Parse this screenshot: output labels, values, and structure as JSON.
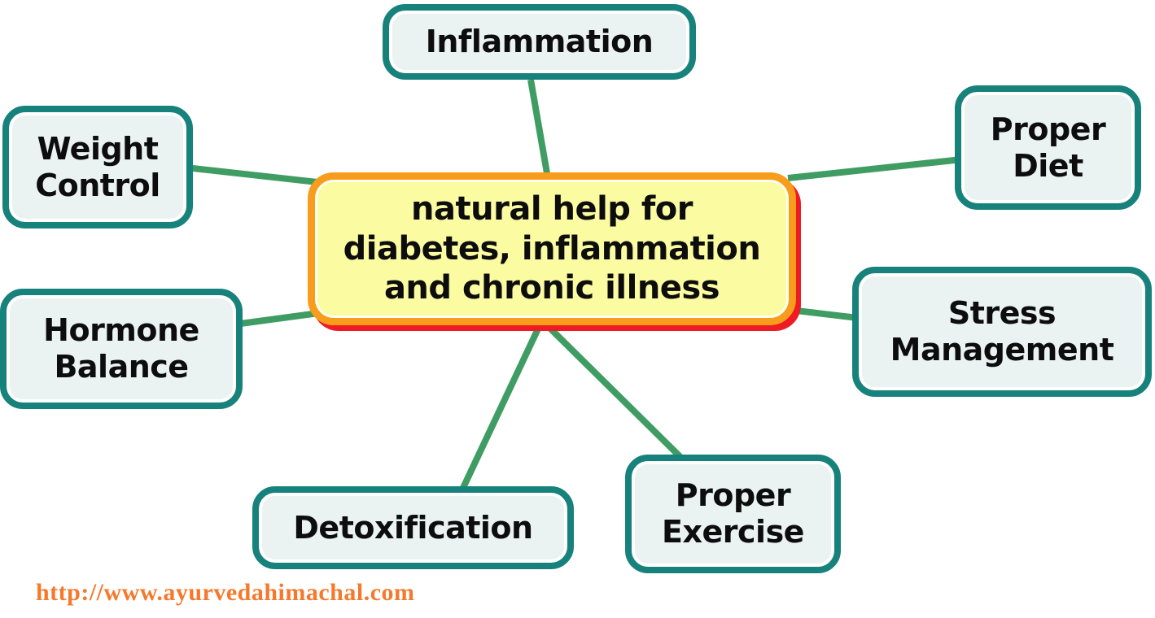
{
  "diagram": {
    "title": "natural help mind map",
    "center_node": {
      "id": "center",
      "label": "natural help for diabetes, inflammation and chronic illness",
      "lines": [
        "natural help for",
        "diabetes, inflammation",
        "and chronic illness"
      ]
    },
    "nodes": [
      {
        "id": "inflammation",
        "label": "Inflammation"
      },
      {
        "id": "weight-control",
        "label": "Weight Control"
      },
      {
        "id": "proper-diet",
        "label": "Proper Diet"
      },
      {
        "id": "hormone-balance",
        "label": "Hormone Balance"
      },
      {
        "id": "stress-management",
        "label": "Stress Management"
      },
      {
        "id": "detoxification",
        "label": "Detoxification"
      },
      {
        "id": "proper-exercise",
        "label": "Proper Exercise"
      }
    ],
    "edges": [
      {
        "from": "center",
        "to": "inflammation"
      },
      {
        "from": "center",
        "to": "weight-control"
      },
      {
        "from": "center",
        "to": "proper-diet"
      },
      {
        "from": "center",
        "to": "hormone-balance"
      },
      {
        "from": "center",
        "to": "stress-management"
      },
      {
        "from": "center",
        "to": "detoxification"
      },
      {
        "from": "center",
        "to": "proper-exercise"
      }
    ],
    "colors": {
      "satellite_border": "#17827B",
      "satellite_fill": "#EAF2F2",
      "satellite_inner_ring": "#FFFFFF",
      "center_fill": "#FBFBA2",
      "center_border": "#F89C1C",
      "center_shadow": "#EE1B24",
      "connector": "#3F9C63",
      "text": "#0D0D0D",
      "footer_url": "#F5792C"
    },
    "footer": {
      "url": "http://www.ayurvedahimachal.com"
    }
  }
}
